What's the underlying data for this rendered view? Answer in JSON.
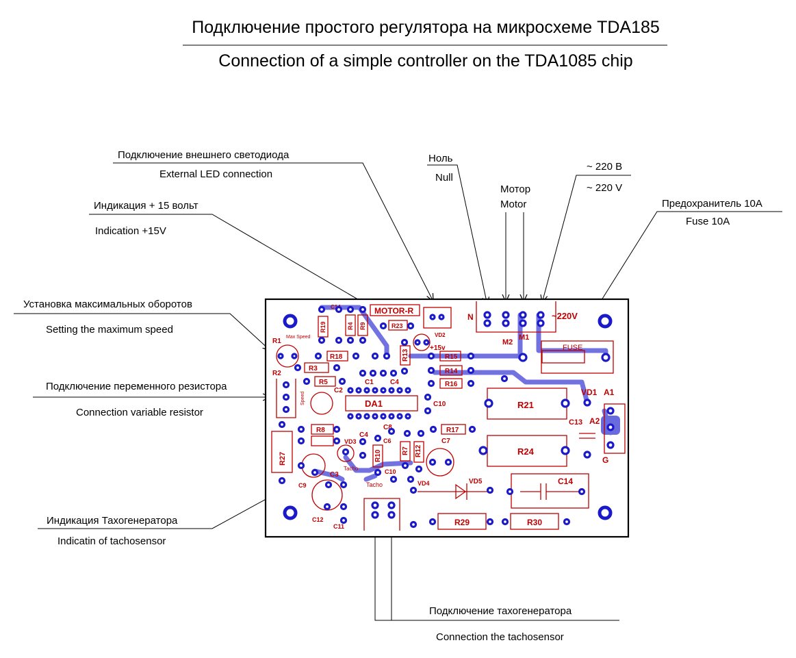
{
  "title": {
    "ru": "Подключение простого  регулятора на микросхеме  TDA185",
    "en": "Connection of a simple controller on the TDA1085 chip"
  },
  "callouts": {
    "led_ru": "Подключение внешнего светодиода",
    "led_en": "External LED connection",
    "null_ru": "Ноль",
    "null_en": "Null",
    "motor_ru": "Мотор",
    "motor_en": "Motor",
    "v220_ru": "~ 220 В",
    "v220_en": "~ 220 V",
    "fuse_ru": "Предохранитель 10А",
    "fuse_en": "Fuse 10A",
    "ind15_ru": "Индикация + 15 вольт",
    "ind15_en": "Indication  +15V",
    "maxspeed_ru": "Установка максимальных оборотов",
    "maxspeed_en": "Setting the maximum speed",
    "varres_ru": "Подключение переменного резистора",
    "varres_en": "Connection variable resistor",
    "tachoind_ru": "Индикация Тахогенератора",
    "tachoind_en": "Indicatin of tachosensor",
    "tachoconn_ru": "Подключение тахогенератора",
    "tachoconn_en": "Connection the tachosensor"
  },
  "board": {
    "motor_r": "MOTOR-R",
    "n": "N",
    "ac": "~220V",
    "m1": "M1",
    "m2": "M2",
    "fuse": "FUSE",
    "vd1": "VD1",
    "a1": "A1",
    "a2": "A2",
    "g": "G",
    "r21": "R21",
    "r24": "R24",
    "c13": "C13",
    "c14_big": "C14",
    "vd5": "VD5",
    "r29": "R29",
    "r30": "R30",
    "vd4": "VD4",
    "tacho": "Tacho",
    "c10b": "C10",
    "r12": "R12",
    "r7": "R7",
    "r10": "R10",
    "c4b": "C4",
    "vd3": "VD3",
    "tacho2": "Tacho",
    "c7": "C7",
    "r17": "R17",
    "c8": "C8",
    "c6": "C6",
    "r8": "R8",
    "c9": "C9",
    "r27": "R27",
    "c3": "C3",
    "c12": "C12",
    "c11": "C11",
    "r1": "R1",
    "maxspeed": "Max Speed",
    "r2": "R2",
    "speed": "Speed",
    "c2": "C2",
    "r5": "R5",
    "c1": "C1",
    "c4": "C4",
    "da1": "DA1",
    "c10": "C10",
    "r16": "R16",
    "r14": "R14",
    "r15": "R15",
    "r3": "R3",
    "r18": "R18",
    "r13": "R13",
    "c14": "C14",
    "r19": "R19",
    "r4": "R4",
    "r9": "R9",
    "r23": "R23",
    "vd2": "VD2",
    "v15": "+15v"
  },
  "colors": {
    "board_outline": "#000000",
    "silkscreen": "#c00000",
    "pad": "#1a1ac8",
    "trace": "#6a6adf",
    "leader": "#000000"
  }
}
